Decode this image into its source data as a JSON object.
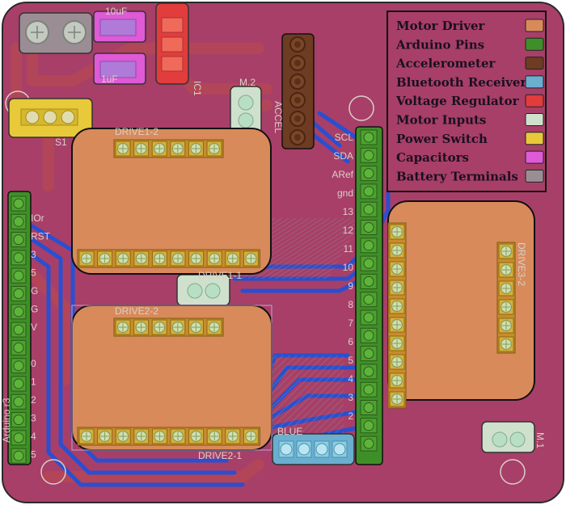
{
  "legend": {
    "items": [
      {
        "label": "Motor Driver",
        "color": "#d98a5a"
      },
      {
        "label": "Arduino Pins",
        "color": "#3f8f28"
      },
      {
        "label": "Accelerometer",
        "color": "#6e3c22"
      },
      {
        "label": "Bluetooth Receiver",
        "color": "#6aaed0"
      },
      {
        "label": "Voltage Regulator",
        "color": "#e23c3c"
      },
      {
        "label": "Motor Inputs",
        "color": "#cfe0cc"
      },
      {
        "label": "Power Switch",
        "color": "#e7c93a"
      },
      {
        "label": "Capacitors",
        "color": "#de5ad6"
      },
      {
        "label": "Battery Terminals",
        "color": "#9a8e94"
      }
    ]
  },
  "board": {
    "color": "#a83f68",
    "trace_blue": "#2a4fd0",
    "trace_red": "#bb4a4a"
  },
  "silkscreen": {
    "drive1_top": "DRIVE1-2",
    "drive1_bot": "DRIVE1-1",
    "drive2_top": "DRIVE2-2",
    "drive2_bot": "DRIVE2-1",
    "drive3": "DRIVE3-2",
    "accel": "ACCEL",
    "blue": "BLUE",
    "m2": "M.2",
    "m1": "M.1",
    "s1": "S1",
    "ic1": "IC1",
    "cap_top": "10uF",
    "cap_bot": "1uF",
    "arduino_pins": [
      "SCL",
      "SDA",
      "ARef",
      "gnd",
      "13",
      "12",
      "11",
      "10",
      "9",
      "8",
      "7",
      "6",
      "5",
      "4",
      "3",
      "2"
    ],
    "arduino_left": [
      "IOr",
      "RST",
      "3",
      "5",
      "G",
      "G",
      "V",
      "",
      "0",
      "1",
      "2",
      "3",
      "4",
      "5"
    ],
    "arduino_name": "Arduino r3"
  }
}
